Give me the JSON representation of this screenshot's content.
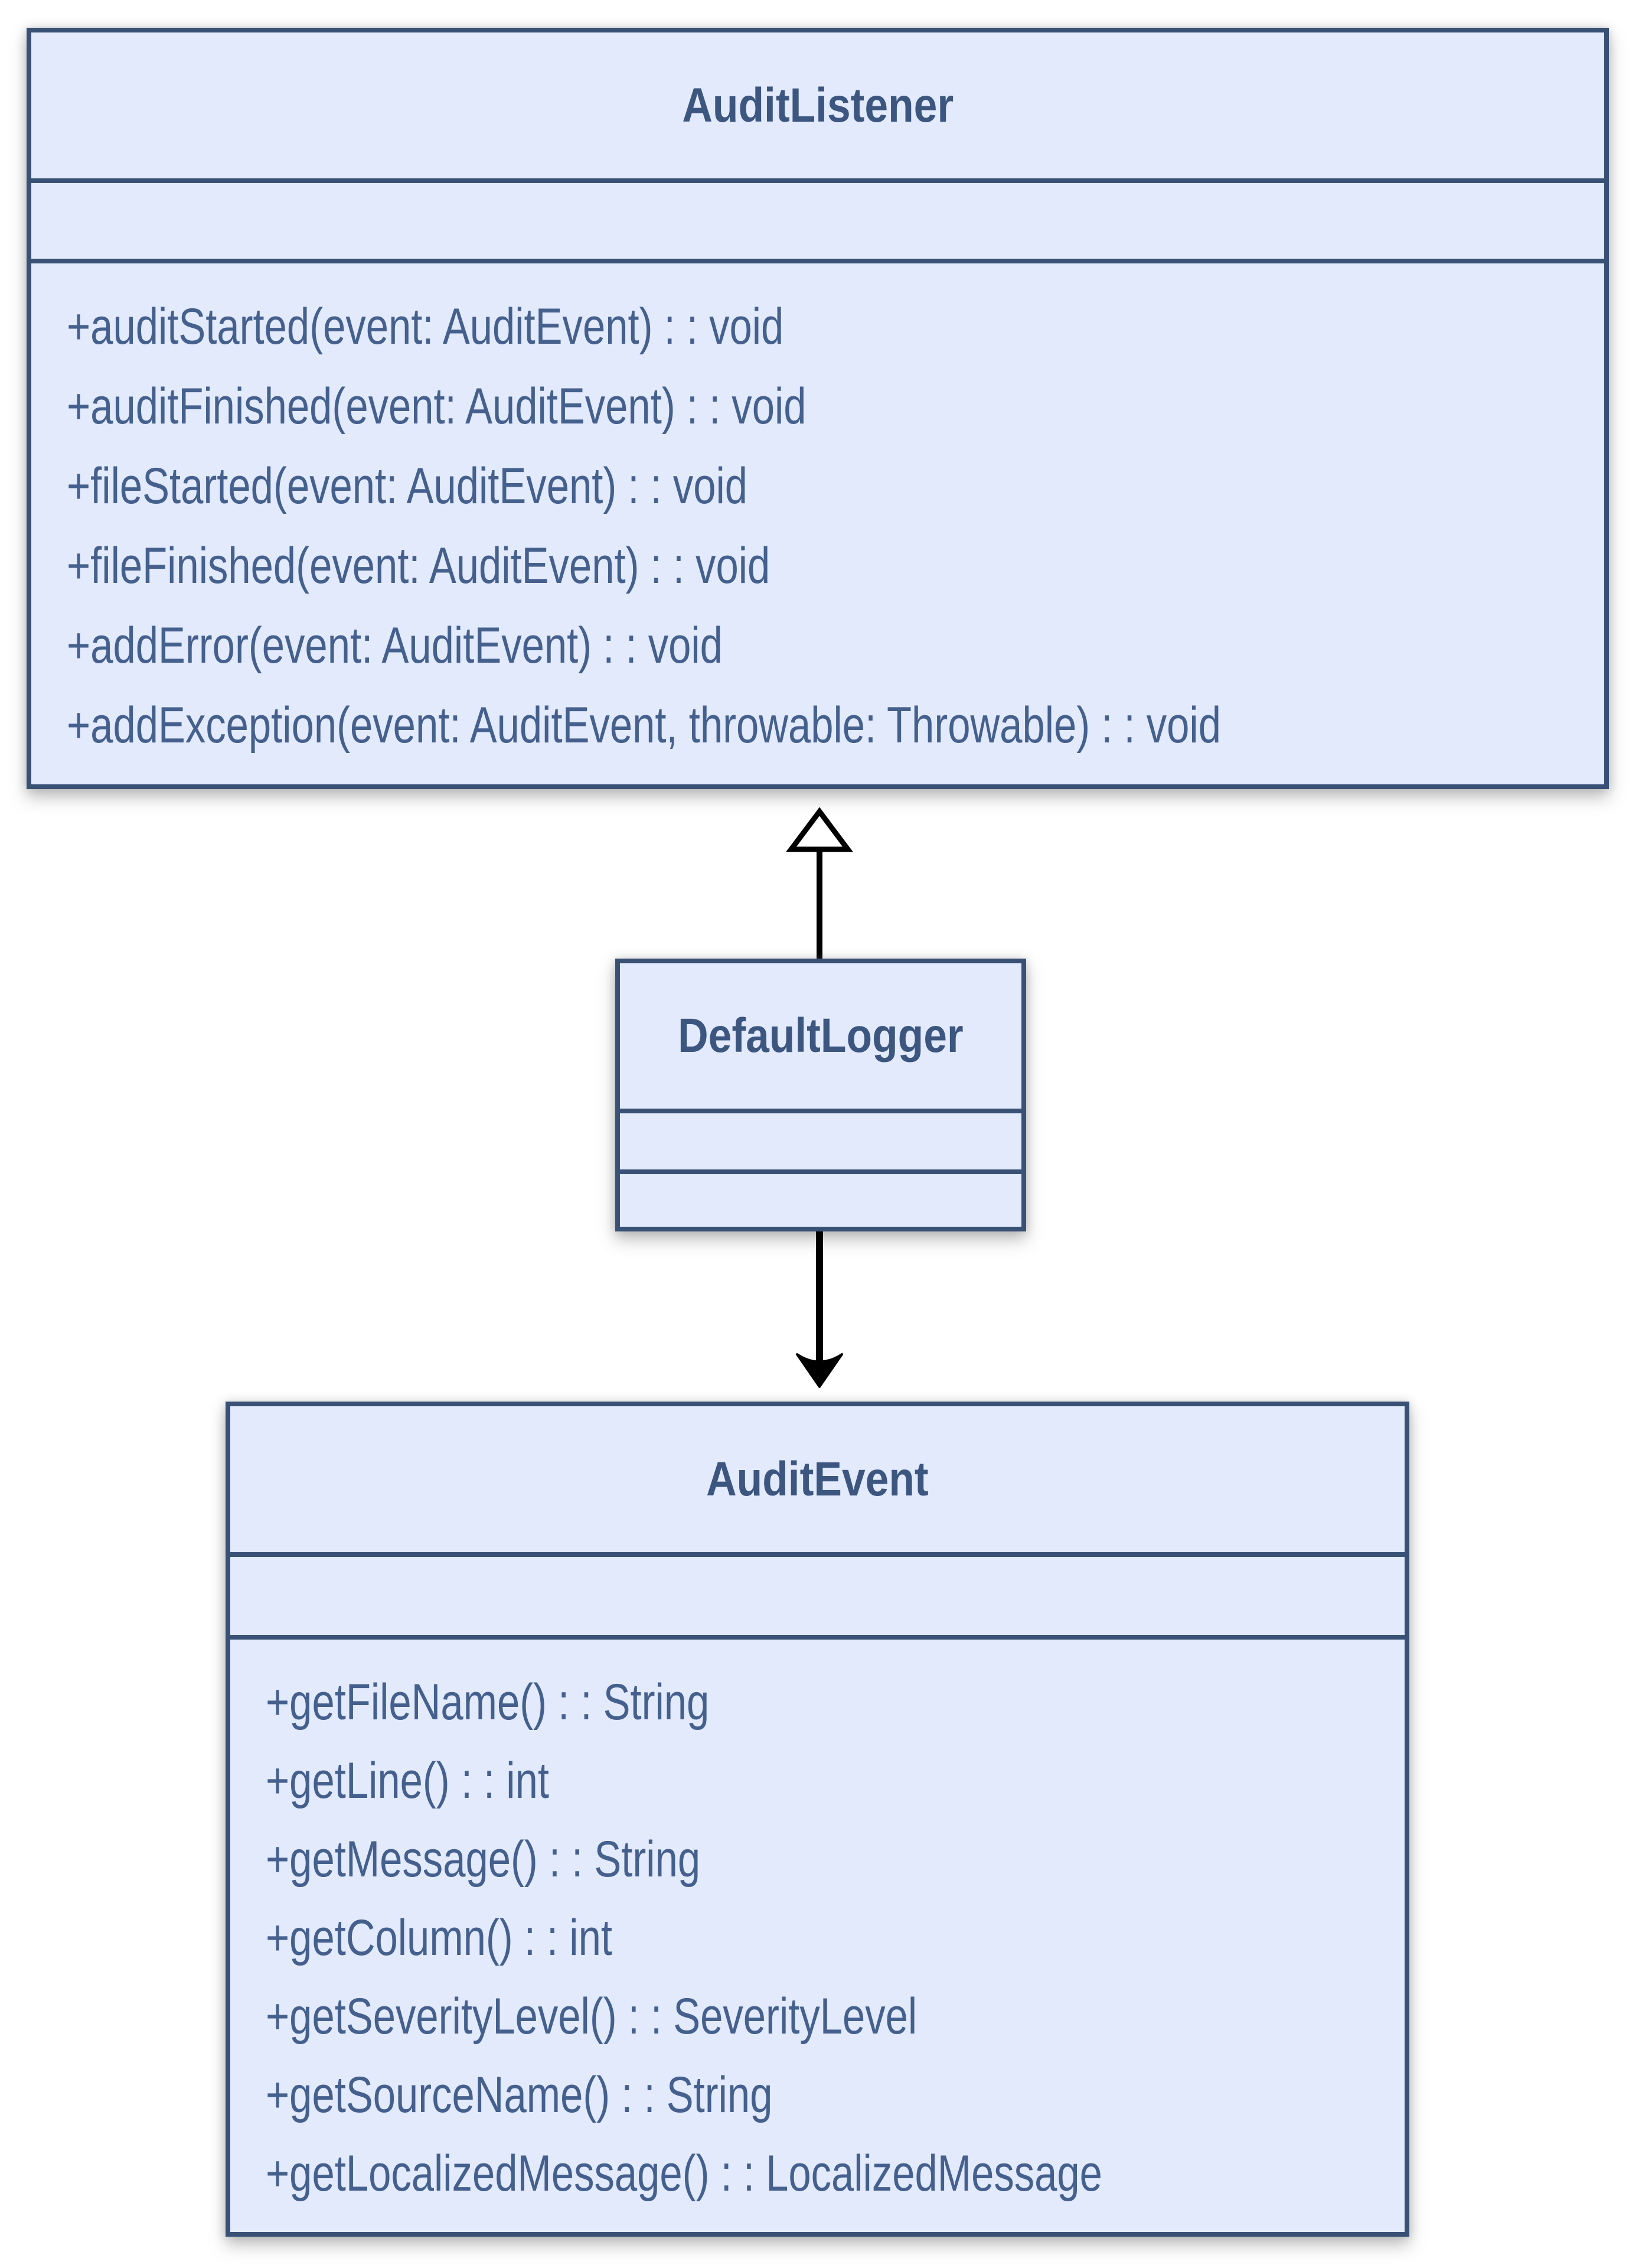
{
  "diagram": {
    "classes": [
      {
        "name": "AuditListener",
        "attributes": [],
        "methods": [
          "+auditStarted(event: AuditEvent) : : void",
          "+auditFinished(event: AuditEvent) : : void",
          "+fileStarted(event: AuditEvent) : : void",
          "+fileFinished(event: AuditEvent) : : void",
          "+addError(event: AuditEvent) : : void",
          "+addException(event: AuditEvent, throwable: Throwable) : : void"
        ]
      },
      {
        "name": "DefaultLogger",
        "attributes": [],
        "methods": []
      },
      {
        "name": "AuditEvent",
        "attributes": [],
        "methods": [
          "+getFileName() : : String",
          "+getLine() : : int",
          "+getMessage() : : String",
          "+getColumn() : : int",
          "+getSeverityLevel() : : SeverityLevel",
          "+getSourceName() : : String",
          "+getLocalizedMessage() : : LocalizedMessage"
        ]
      }
    ],
    "relations": [
      {
        "type": "inheritance",
        "from": "DefaultLogger",
        "to": "AuditListener"
      },
      {
        "type": "association",
        "from": "DefaultLogger",
        "to": "AuditEvent"
      }
    ],
    "colors": {
      "box_fill": "#e2eafc",
      "box_border": "#3a5176",
      "title_text": "#3c567f",
      "method_text": "#45608d",
      "arrow": "#000000",
      "page_background": "#ffffff"
    }
  }
}
